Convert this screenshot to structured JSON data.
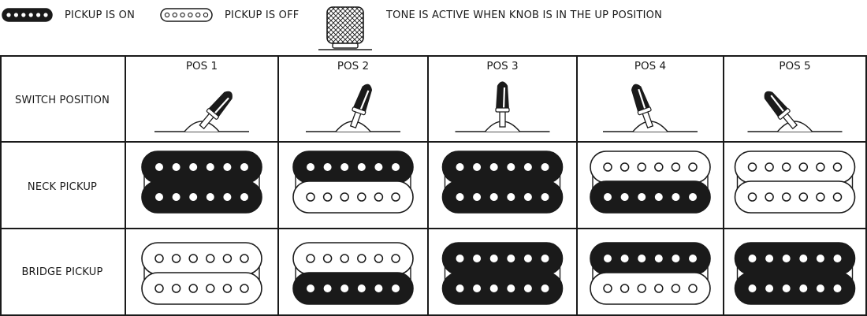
{
  "legend": {
    "on_label": "PICKUP IS ON",
    "off_label": "PICKUP IS OFF",
    "tone_label": "TONE IS ACTIVE WHEN KNOB IS IN THE UP POSITION",
    "icons": [
      "pickup-on-icon",
      "pickup-off-icon",
      "tone-knob-icon"
    ]
  },
  "rows": {
    "switch": "SWITCH POSITION",
    "neck": "NECK PICKUP",
    "bridge": "BRIDGE PICKUP"
  },
  "positions": [
    {
      "label": "POS 1",
      "lever_angle_deg": 40,
      "neck": {
        "top": true,
        "bottom": true
      },
      "bridge": {
        "top": false,
        "bottom": false
      }
    },
    {
      "label": "POS 2",
      "lever_angle_deg": 20,
      "neck": {
        "top": true,
        "bottom": false
      },
      "bridge": {
        "top": false,
        "bottom": true
      }
    },
    {
      "label": "POS 3",
      "lever_angle_deg": 0,
      "neck": {
        "top": true,
        "bottom": true
      },
      "bridge": {
        "top": true,
        "bottom": true
      }
    },
    {
      "label": "POS 4",
      "lever_angle_deg": -20,
      "neck": {
        "top": false,
        "bottom": true
      },
      "bridge": {
        "top": true,
        "bottom": false
      }
    },
    {
      "label": "POS 5",
      "lever_angle_deg": -40,
      "neck": {
        "top": false,
        "bottom": false
      },
      "bridge": {
        "top": true,
        "bottom": true
      }
    }
  ],
  "colors": {
    "ink": "#1a1a1a",
    "paper": "#ffffff"
  }
}
